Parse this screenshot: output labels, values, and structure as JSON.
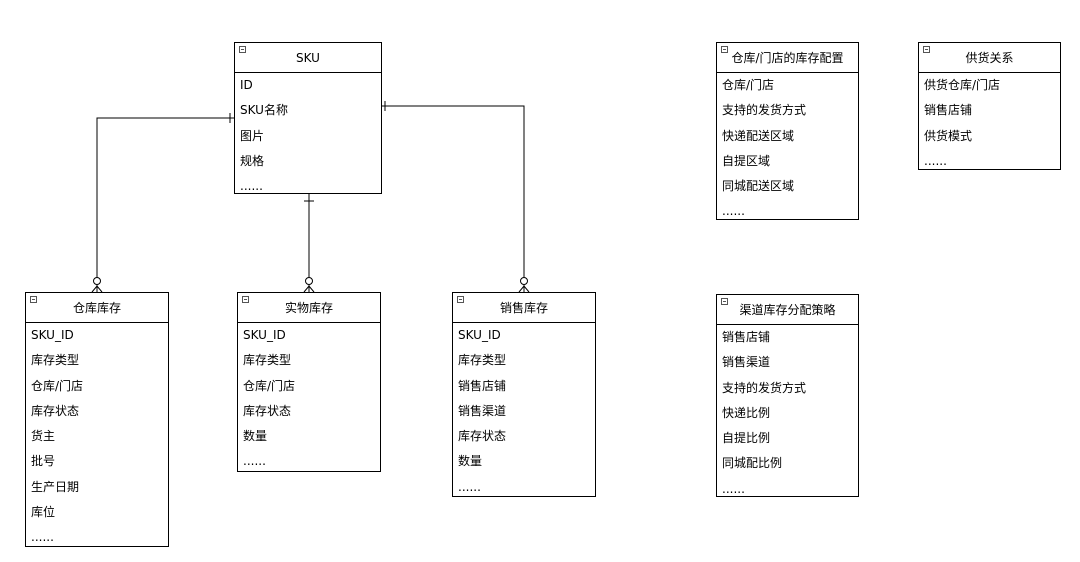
{
  "entities": {
    "sku": {
      "title": "SKU",
      "fields": [
        "ID",
        "SKU名称",
        "图片",
        "规格",
        "......"
      ]
    },
    "warehouse_stock": {
      "title": "仓库库存",
      "fields": [
        "SKU_ID",
        "库存类型",
        "仓库/门店",
        "库存状态",
        "货主",
        "批号",
        "生产日期",
        "库位",
        "......"
      ]
    },
    "physical_stock": {
      "title": "实物库存",
      "fields": [
        "SKU_ID",
        "库存类型",
        "仓库/门店",
        "库存状态",
        "数量",
        "......"
      ]
    },
    "sales_stock": {
      "title": "销售库存",
      "fields": [
        "SKU_ID",
        "库存类型",
        "销售店铺",
        "销售渠道",
        "库存状态",
        "数量",
        "......"
      ]
    },
    "store_config": {
      "title": "仓库/门店的库存配置",
      "fields": [
        "仓库/门店",
        "支持的发货方式",
        "快递配送区域",
        "自提区域",
        "同城配送区域",
        "......"
      ]
    },
    "supply_relation": {
      "title": "供货关系",
      "fields": [
        "供货仓库/门店",
        "销售店铺",
        "供货模式",
        "......"
      ]
    },
    "channel_strategy": {
      "title": "渠道库存分配策略",
      "fields": [
        "销售店铺",
        "销售渠道",
        "支持的发货方式",
        "快递比例",
        "自提比例",
        "同城配比例",
        "......"
      ]
    }
  }
}
